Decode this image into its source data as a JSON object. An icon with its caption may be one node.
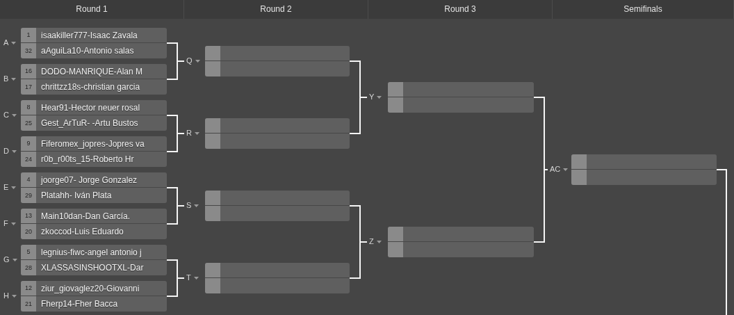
{
  "diagram": {
    "nodes": [
      {
        "text": [
          "1",
          "isaakiller777-Isaac Zavala",
          "32",
          "aAguiLa10-Antonio salas"
        ],
        "beside": [
          "A"
        ]
      },
      {
        "text": [
          "16",
          "DODO-MANRIQUE-Alan M",
          "17",
          "chrittzz18s-christian garcia"
        ],
        "beside": [
          "B"
        ]
      },
      {
        "text": [
          "8",
          "Hear91-Hector neuer rosal",
          "25",
          "Gest_ArTuR- -Artu Bustos"
        ],
        "beside": [
          "C"
        ]
      },
      {
        "text": [
          "9",
          "Fiferomex_jopres-Jopres va",
          "24",
          "r0b_r00ts_15-Roberto Hr"
        ],
        "beside": [
          "D"
        ]
      },
      {
        "text": [
          "4",
          "joorge07- Jorge Gonzalez",
          "29",
          "Platahh- Iván Plata"
        ],
        "beside": [
          "E"
        ]
      },
      {
        "text": [
          "13",
          "Main10dan-Dan García.",
          "20",
          "zkoccod-Luis Eduardo"
        ],
        "beside": [
          "F"
        ]
      },
      {
        "text": [
          "5",
          "legnius-fiwc-angel antonio j",
          "28",
          "XLASSASINSHOOTXL-Dar"
        ],
        "beside": [
          "G"
        ]
      },
      {
        "text": [
          "12",
          "ziur_giovaglez20-Giovanni",
          "21",
          "Fherp14-Fher Bacca"
        ],
        "beside": [
          "H"
        ]
      },
      {
        "text": [],
        "shape": "box",
        "beside": [
          "Q"
        ]
      },
      {
        "text": [],
        "shape": "box",
        "beside": [
          "R"
        ]
      },
      {
        "text": [],
        "shape": "box",
        "beside": [
          "S"
        ]
      },
      {
        "text": [],
        "shape": "box",
        "beside": [
          "T"
        ]
      },
      {
        "text": [],
        "shape": "box",
        "beside": [
          "Y"
        ]
      },
      {
        "text": [],
        "shape": "box",
        "beside": [
          "Z"
        ]
      },
      {
        "text": [],
        "shape": "box",
        "beside": [
          "AC"
        ]
      }
    ],
    "edges": [
      {
        "from": 0,
        "to": 8,
        "arrow": "none"
      },
      {
        "from": 1,
        "to": 8,
        "arrow": "none"
      },
      {
        "from": 2,
        "to": 9,
        "arrow": "none"
      },
      {
        "from": 3,
        "to": 9,
        "arrow": "none"
      },
      {
        "from": 4,
        "to": 10,
        "arrow": "none"
      },
      {
        "from": 5,
        "to": 10,
        "arrow": "none"
      },
      {
        "from": 6,
        "to": 11,
        "arrow": "none"
      },
      {
        "from": 7,
        "to": 11,
        "arrow": "none"
      },
      {
        "from": 8,
        "to": 12,
        "arrow": "none"
      },
      {
        "from": 9,
        "to": 12,
        "arrow": "none"
      },
      {
        "from": 10,
        "to": 13,
        "arrow": "none"
      },
      {
        "from": 11,
        "to": 13,
        "arrow": "none"
      },
      {
        "from": 12,
        "to": 14,
        "arrow": "none"
      },
      {
        "from": 13,
        "to": 14,
        "arrow": "none"
      },
      {
        "from": 14,
        "to": null,
        "arrow": "none"
      }
    ],
    "labels": [
      "Round 1",
      "Round 2",
      "Round 3",
      "Semifinals"
    ]
  }
}
